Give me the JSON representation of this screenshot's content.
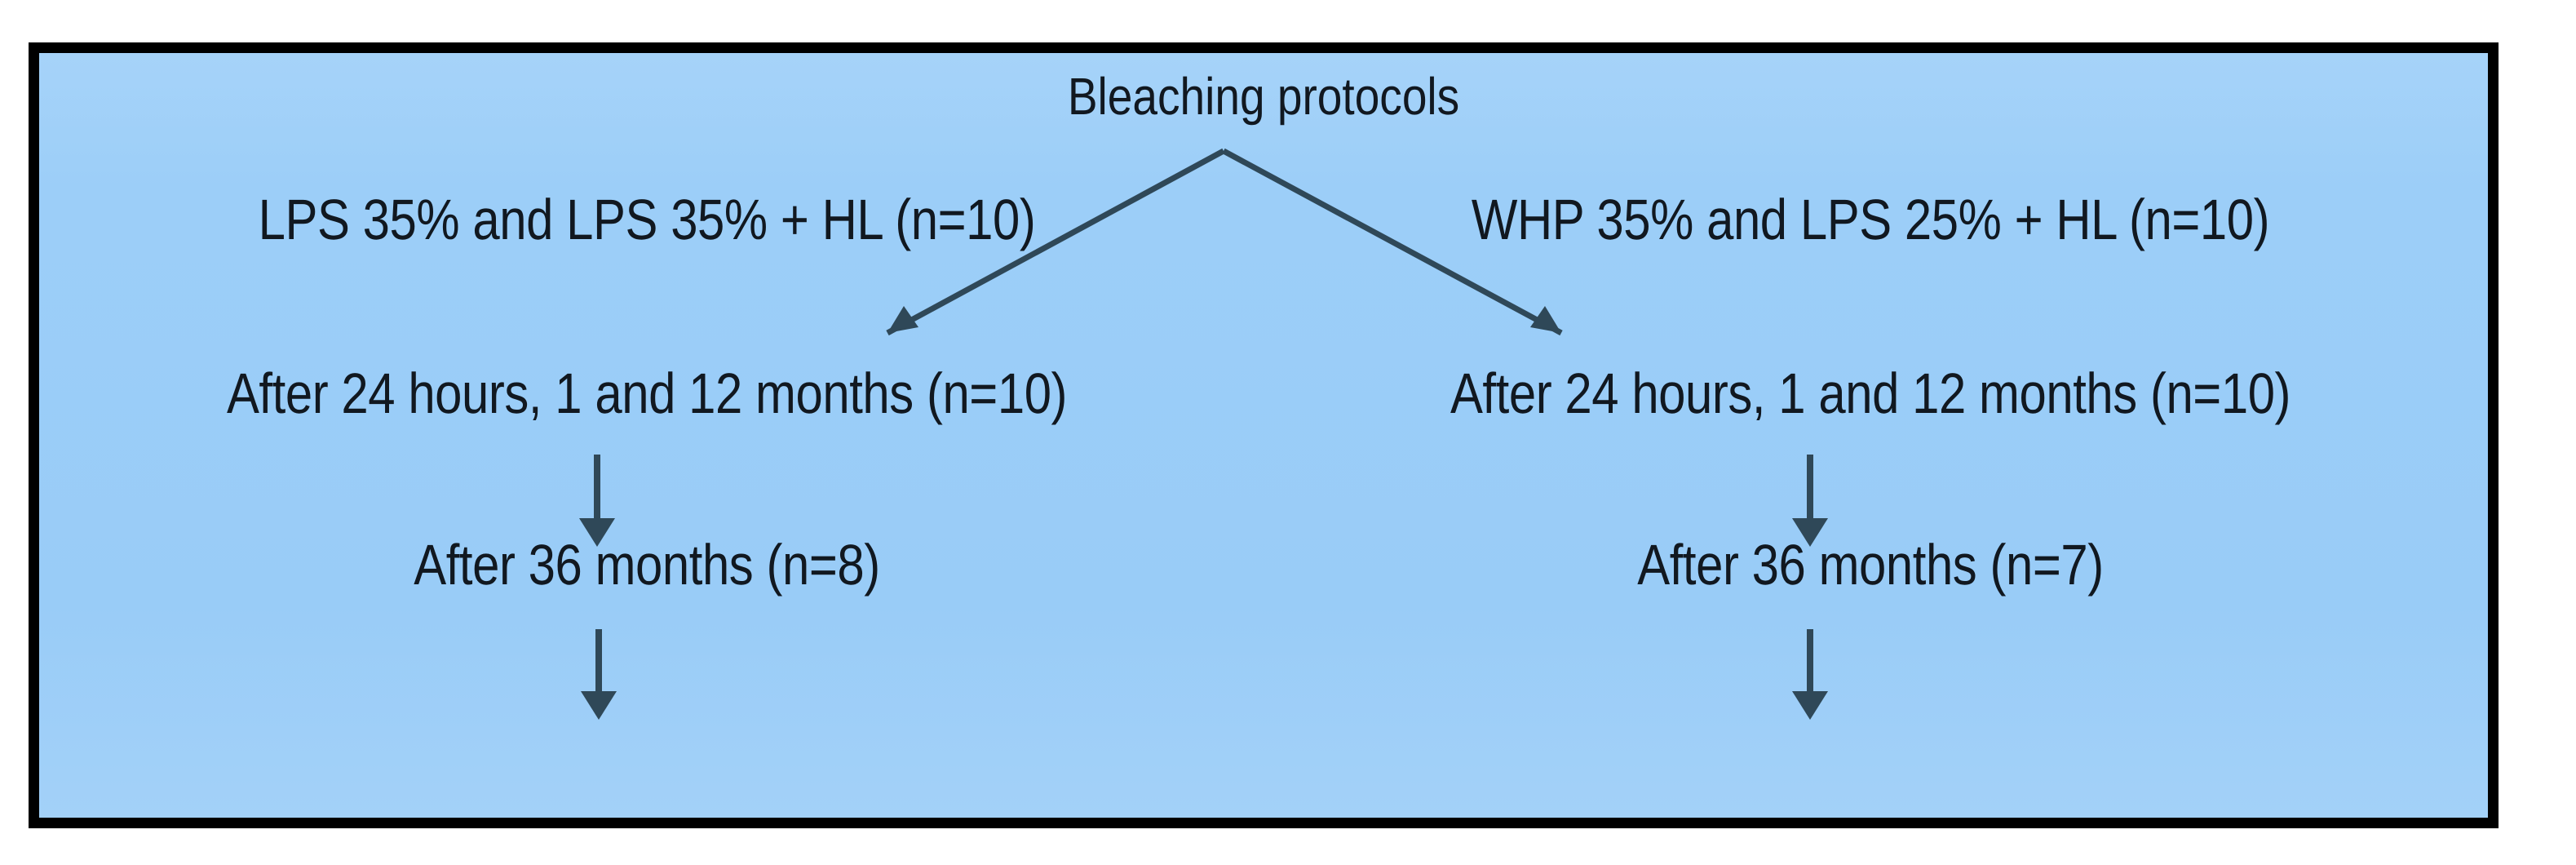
{
  "figure": {
    "type": "flowchart",
    "title": "Bleaching protocols",
    "background_color": "#9ccef8",
    "border_color": "#000000",
    "text_color": "#111820",
    "arrow_color": "#2f4858"
  },
  "branches": [
    {
      "id": "left",
      "steps": [
        {
          "label": "LPS 35% and LPS 35% + HL (n=10)",
          "n": 10
        },
        {
          "label": "After 24 hours, 1 and 12 months (n=10)",
          "n": 10
        },
        {
          "label": "After 36 months (n=8)",
          "n": 8
        }
      ]
    },
    {
      "id": "right",
      "steps": [
        {
          "label": "WHP 35% and LPS 25% + HL (n=10)",
          "n": 10
        },
        {
          "label": "After 24 hours, 1 and 12 months (n=10)",
          "n": 10
        },
        {
          "label": "After 36 months (n=7)",
          "n": 7
        }
      ]
    }
  ],
  "connectors": {
    "split_left": "split-arrow-to-left-branch",
    "split_right": "split-arrow-to-right-branch",
    "left_step1_to_step2": "down-arrow",
    "left_step2_to_step3": "down-arrow",
    "right_step1_to_step2": "down-arrow",
    "right_step2_to_step3": "down-arrow"
  }
}
